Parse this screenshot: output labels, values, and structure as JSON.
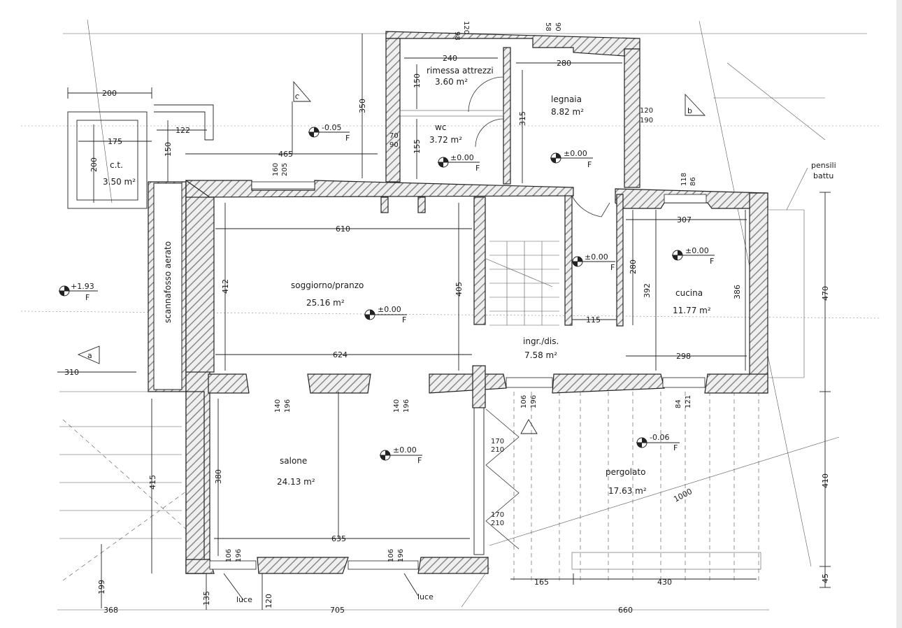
{
  "rooms": [
    {
      "name": "rimessa attrezzi",
      "area": "3.60 m²"
    },
    {
      "name": "legnaia",
      "area": "8.82 m²"
    },
    {
      "name": "wc",
      "area": "3.72 m²"
    },
    {
      "name": "c.t.",
      "area": "3.50 m²"
    },
    {
      "name": "soggiorno/pranzo",
      "area": "25.16 m²"
    },
    {
      "name": "ingr./dis.",
      "area": "7.58 m²"
    },
    {
      "name": "cucina",
      "area": "11.77 m²"
    },
    {
      "name": "salone",
      "area": "24.13 m²"
    },
    {
      "name": "pergolato",
      "area": "17.63 m²"
    }
  ],
  "labels": {
    "scannafosso": "scannafosso aerato",
    "pensili_1": "pensili",
    "pensili_2": "battu",
    "luce": "luce",
    "section_a": "a",
    "section_b": "b",
    "section_c": "c"
  },
  "levels": {
    "lvl_1": "-0.05",
    "lvl_2": "±0.00",
    "lvl_3": "±0.00",
    "lvl_4": "+1.93",
    "lvl_5": "±0.00",
    "lvl_6": "±0.00",
    "lvl_7": "±0.00",
    "lvl_8": "±0.00",
    "lvl_9": "-0.06",
    "suffix": "F"
  },
  "dimensions": {
    "d200": "200",
    "d175": "175",
    "d122": "122",
    "d150a": "150",
    "d200v": "200",
    "d465": "465",
    "d350": "350",
    "d240": "240",
    "d150b": "150",
    "d155": "155",
    "d280a": "280",
    "d315": "315",
    "d120a": "120",
    "d190a": "190",
    "d118": "118",
    "d86": "86",
    "d160": "160",
    "d205": "205",
    "d610": "610",
    "d412": "412",
    "d405": "405",
    "d624": "624",
    "d307": "307",
    "d280b": "280",
    "d392": "392",
    "d386": "386",
    "d115": "115",
    "d298": "298",
    "d470": "470",
    "d410": "410",
    "d45": "45",
    "d310": "310",
    "d140a": "140",
    "d196a": "196",
    "d140b": "140",
    "d196b": "196",
    "d106a": "106",
    "d196c": "196",
    "d84": "84",
    "d121": "121",
    "d170a": "170",
    "d210a": "210",
    "d170b": "170",
    "d210b": "210",
    "d380": "380",
    "d415": "415",
    "d635": "635",
    "d106b": "106",
    "d196d": "196",
    "d106c": "106",
    "d196e": "196",
    "d199": "199",
    "d135": "135",
    "d120b": "120",
    "d165": "165",
    "d430": "430",
    "d1000": "1000",
    "d368": "368",
    "d705": "705",
    "d660": "660",
    "d70": "70",
    "d90": "90",
    "d120top": "120",
    "d98": "98",
    "d58": "58",
    "d90top": "90"
  }
}
